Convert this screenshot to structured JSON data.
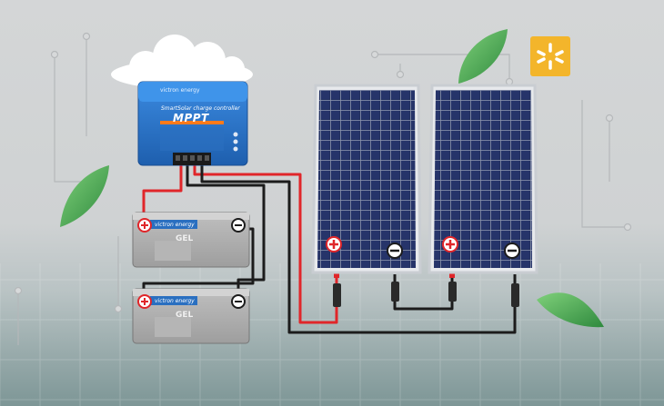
{
  "controller": {
    "brand": "victron energy",
    "product_line": "SmartSolar charge controller",
    "model": "MPPT"
  },
  "batteries": [
    {
      "brand": "victron energy",
      "type": "GEL"
    },
    {
      "brand": "victron energy",
      "type": "GEL"
    }
  ],
  "logo": {
    "icon": "asterisk-logo-icon",
    "background": "#f3b52b"
  },
  "colors": {
    "positive_wire": "#e0262a",
    "negative_wire": "#1c1c1c",
    "controller_body": "#2a74c7",
    "panel_cells": "#1f2b55"
  }
}
